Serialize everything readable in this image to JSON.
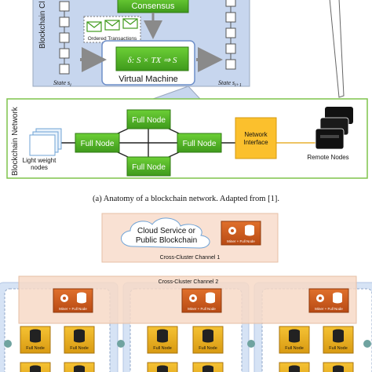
{
  "blockchain_client": {
    "section_label": "Blockchain Cl",
    "consensus_label": "Consensus",
    "ordered_transactions_label": "Ordered Transactions",
    "state_function": "δ: S × TX ⇒ S",
    "virtual_machine_label": "Virtual Machine",
    "state_left_label": "State s",
    "state_left_sub": "i",
    "state_right_label": "State s",
    "state_right_sub": "i+1"
  },
  "blockchain_network": {
    "section_label": "Blockchain Network",
    "full_node_label": "Full Node",
    "light_weight_nodes_label": [
      "Light weight",
      "nodes"
    ],
    "network_interface_label": [
      "Network",
      "Interface"
    ],
    "remote_nodes_label": "Remote Nodes"
  },
  "caption_a": "(a) Anatomy of a blockchain network. Adapted from [1].",
  "cloud": {
    "label": [
      "Cloud Service or",
      "Public Blockchain"
    ],
    "miner_label": "Miner + Full Node"
  },
  "channel_1_label": "Cross-Cluster Channel 1",
  "channel_2_label": "Cross-Cluster Channel 2",
  "cluster": {
    "miner_label": "Miner + Full Node",
    "full_node_label": "Full Node"
  },
  "colors": {
    "green": "#5bbd2b",
    "orange": "#c9571c",
    "gold": "#e4a71a",
    "panel_blue": "#c7d6ee",
    "cluster_blue": "#d8e4f5",
    "channel_peach": "#f7d9c7",
    "network_iface": "#fbc02d"
  }
}
